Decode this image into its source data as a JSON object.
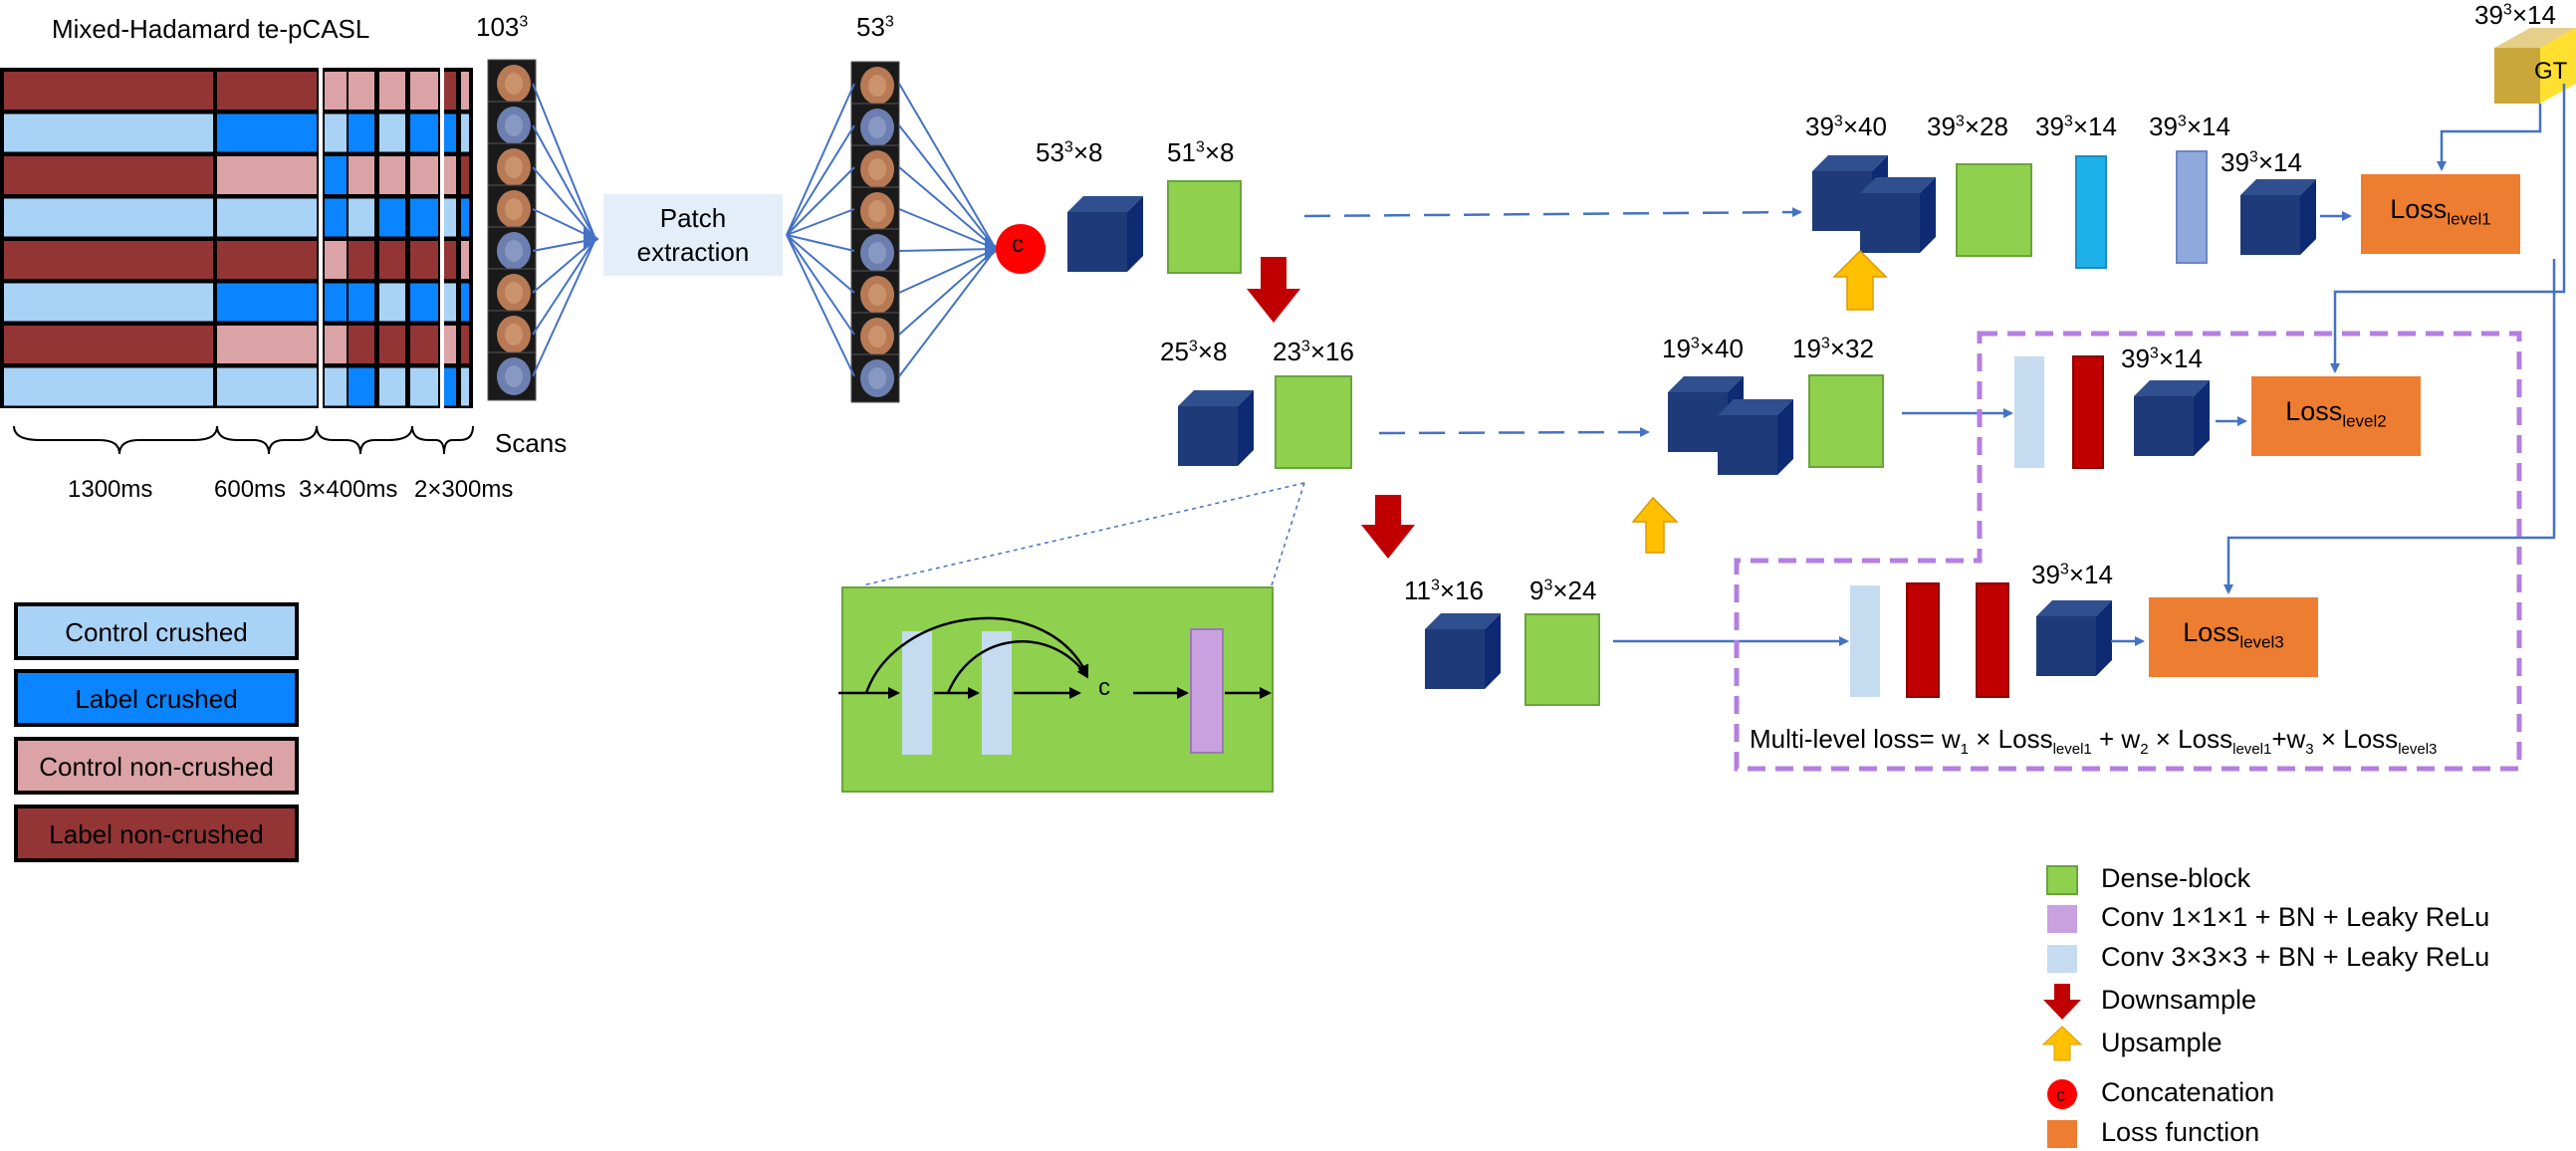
{
  "title": "Mixed-Hadamard te-pCASL",
  "timing": {
    "t1": "1300ms",
    "t2": "600ms",
    "t3": "3×400ms",
    "t4": "2×300ms"
  },
  "scans_label": "Scans",
  "input_dims": [
    "103",
    "3"
  ],
  "patch_dims": [
    "53",
    "3"
  ],
  "patch_label_1": "Patch",
  "patch_label_2": "extraction",
  "concat_letter": "c",
  "gt_letter": "GT",
  "dims": {
    "d53x8": [
      "53",
      "3",
      "×8"
    ],
    "d51x8": [
      "51",
      "3",
      "×8"
    ],
    "d25x8": [
      "25",
      "3",
      "×8"
    ],
    "d23x16": [
      "23",
      "3",
      "×16"
    ],
    "d11x16": [
      "11",
      "3",
      "×16"
    ],
    "d9x24": [
      "9",
      "3",
      "×24"
    ],
    "d19x40": [
      "19",
      "3",
      "×40"
    ],
    "d19x32": [
      "19",
      "3",
      "×32"
    ],
    "d39x40": [
      "39",
      "3",
      "×40"
    ],
    "d39x28": [
      "39",
      "3",
      "×28"
    ],
    "d39x14a": [
      "39",
      "3",
      "×14"
    ],
    "d39x14b": [
      "39",
      "3",
      "×14"
    ],
    "d39x14c": [
      "39",
      "3",
      "×14"
    ],
    "d39x14d": [
      "39",
      "3",
      "×14"
    ],
    "d39x14e": [
      "39",
      "3",
      "×14"
    ],
    "d39x14gt": [
      "39",
      "3",
      "×14"
    ]
  },
  "losses": [
    {
      "word": "Loss",
      "sub": "level1"
    },
    {
      "word": "Loss",
      "sub": "level2"
    },
    {
      "word": "Loss",
      "sub": "level3"
    }
  ],
  "multilevel_loss": {
    "prefix": "Multi-level loss= w",
    "w1": "1",
    "p1": " × Loss",
    "s1": "level1",
    "p2": " + w",
    "w2": "2",
    "p3": " × Loss",
    "s2": "level1",
    "p4": "+w",
    "w3": "3",
    "p5": " × Loss",
    "s3": "level3"
  },
  "label_key": [
    {
      "text": "Control crushed",
      "color": "#a9d2f7"
    },
    {
      "text": "Label crushed",
      "color": "#0a84ff"
    },
    {
      "text": "Control non-crushed",
      "color": "#dba3a5"
    },
    {
      "text": "Label non-crushed",
      "color": "#943535"
    }
  ],
  "legend": [
    {
      "text": "Dense-block",
      "kind": "square",
      "color": "#8fd14f"
    },
    {
      "text": "Conv 1×1×1 + BN + Leaky ReLu",
      "kind": "square",
      "color": "#c9a0e0"
    },
    {
      "text": "Conv 3×3×3 + BN + Leaky ReLu",
      "kind": "square",
      "color": "#c5dcf0"
    },
    {
      "text": "Downsample",
      "kind": "down-arrow",
      "color": "#c00000"
    },
    {
      "text": "Upsample",
      "kind": "up-arrow",
      "color": "#ffc000"
    },
    {
      "text": "Concatenation",
      "kind": "circle",
      "color": "#ff0000"
    },
    {
      "text": "Loss function",
      "kind": "square",
      "color": "#ed7d31"
    }
  ],
  "colors": {
    "dense": "#8fd14f",
    "conv1": "#c9a0e0",
    "conv3": "#c5dcf0",
    "red_layer": "#c00000",
    "cube_front": "#1f3a78",
    "cube_top": "#2f4f8f",
    "cube_side": "#16316a",
    "loss": "#ed7d31",
    "line": "#4472c4",
    "dashed_box": "#b47fe0",
    "down": "#c00000",
    "up": "#ffc000",
    "concat": "#ff0000"
  }
}
